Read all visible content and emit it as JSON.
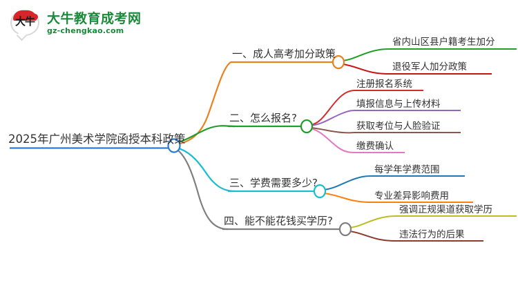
{
  "logo": {
    "mark_text": "大牛",
    "title": "大牛教育成考网",
    "url": "gz-chengkao.com",
    "brand_green": "#1a8a3a",
    "brand_red": "#d7262b"
  },
  "mindmap": {
    "root": {
      "label": "2025年广州美术学院函授本科政策",
      "color": "#2b7cd3"
    },
    "branches": [
      {
        "label": "一、成人高考加分政策",
        "color": "#e8821e",
        "children": [
          {
            "label": "省内山区县户籍考生加分",
            "color": "#1f9e28"
          },
          {
            "label": "退役军人加分政策",
            "color": "#cc1111"
          }
        ]
      },
      {
        "label": "二、怎么报名?",
        "color": "#1f9e28",
        "children": [
          {
            "label": "注册报名系统",
            "color": "#d42a2a"
          },
          {
            "label": "填报信息与上传材料",
            "color": "#9467bd"
          },
          {
            "label": "获取考位与人脸验证",
            "color": "#8c564b"
          },
          {
            "label": "缴费确认",
            "color": "#e377c2"
          }
        ]
      },
      {
        "label": "三、学费需要多少?",
        "color": "#17becf",
        "children": [
          {
            "label": "每学年学费范围",
            "color": "#1f77b4"
          },
          {
            "label": "专业差异影响费用",
            "color": "#ff7f0e"
          }
        ]
      },
      {
        "label": "四、能不能花钱买学历?",
        "color": "#7f7f7f",
        "children": [
          {
            "label": "强调正规渠道获取学历",
            "color": "#bcbd22"
          },
          {
            "label": "违法行为的后果",
            "color": "#8b3a2e"
          }
        ]
      }
    ]
  }
}
